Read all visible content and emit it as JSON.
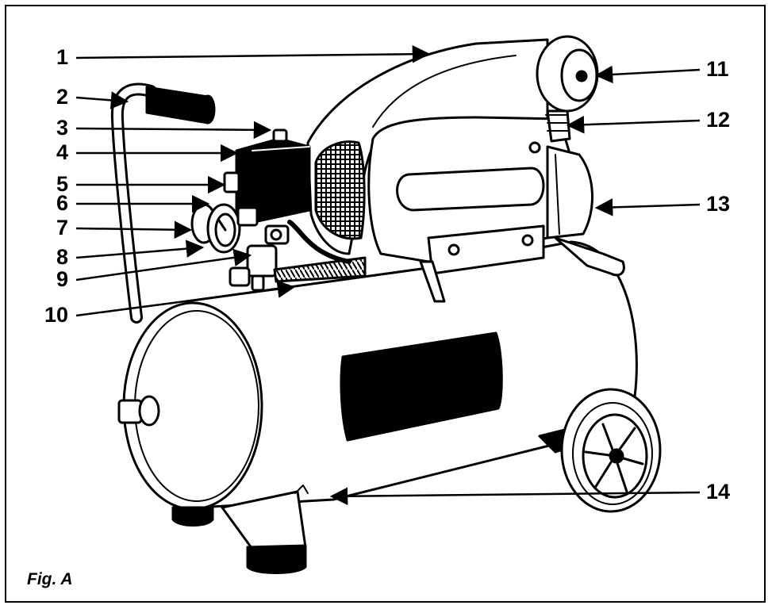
{
  "figure": {
    "caption": "Fig. A",
    "labels": [
      {
        "id": "1",
        "text": "1"
      },
      {
        "id": "2",
        "text": "2"
      },
      {
        "id": "3",
        "text": "3"
      },
      {
        "id": "4",
        "text": "4"
      },
      {
        "id": "5",
        "text": "5"
      },
      {
        "id": "6",
        "text": "6"
      },
      {
        "id": "7",
        "text": "7"
      },
      {
        "id": "8",
        "text": "8"
      },
      {
        "id": "9",
        "text": "9"
      },
      {
        "id": "10",
        "text": "10"
      },
      {
        "id": "11",
        "text": "11"
      },
      {
        "id": "12",
        "text": "12"
      },
      {
        "id": "13",
        "text": "13"
      },
      {
        "id": "14",
        "text": "14"
      }
    ]
  },
  "colors": {
    "ink": "#000000",
    "paper": "#ffffff"
  }
}
